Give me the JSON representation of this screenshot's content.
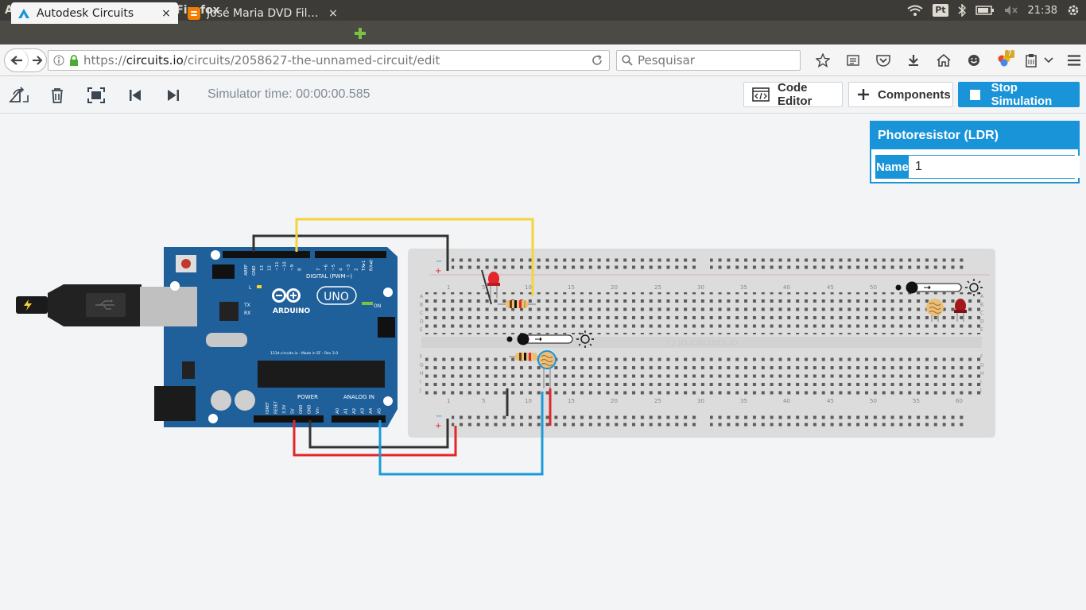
{
  "window": {
    "title": "Autodesk Circuits - Mozilla Firefox",
    "clock": "21:38",
    "keyboard_layout": "Pt"
  },
  "tabs": [
    {
      "label": "Autodesk Circuits",
      "close": "×",
      "icon": "autodesk-logo-icon"
    },
    {
      "label": "José Maria DVD Fil…",
      "close": "×",
      "icon": "blogger-icon"
    }
  ],
  "browser": {
    "url_prefix": "https://",
    "url_host": "circuits.io",
    "url_path": "/circuits/2058627-the-unnamed-circuit/edit",
    "search_placeholder": "Pesquisar",
    "addon_badge": "7"
  },
  "toolbar": {
    "simulator_time": "Simulator time: 00:00:00.585",
    "code_editor_label": "Code Editor",
    "components_label": "Components",
    "stop_label": "Stop Simulation"
  },
  "inspector": {
    "title": "Photoresistor (LDR)",
    "name_label": "Name",
    "name_value": "1"
  },
  "arduino": {
    "brand": "ARDUINO",
    "model": "UNO",
    "digital_label": "DIGITAL (PWM~)",
    "power_label": "POWER",
    "analog_label": "ANALOG IN",
    "on_label": "ON",
    "l_label": "L",
    "tx_label": "TX",
    "rx_label": "RX",
    "aref_label": "AREF",
    "gnd_label": "GND",
    "digital_pins": [
      "13",
      "12",
      "~11",
      "~10",
      "~9",
      "8",
      "7",
      "~6",
      "~5",
      "4",
      "~3",
      "2",
      "TX▸1",
      "RX◂0"
    ],
    "power_pins": [
      "IOREF",
      "RESET",
      "3.3V",
      "5V",
      "GND",
      "GND",
      "Vin"
    ],
    "analog_pins": [
      "A0",
      "A1",
      "A2",
      "A3",
      "A4",
      "A5"
    ],
    "credit": "123d.circuits.io - Made in SF - Rev 3.0"
  },
  "breadboard": {
    "watermark": "123D.CIRCUITS.IO",
    "column_numbers": [
      "1",
      "5",
      "10",
      "15",
      "20",
      "25",
      "30",
      "35",
      "40",
      "45",
      "50",
      "55",
      "60"
    ],
    "row_letters_top": [
      "A",
      "B",
      "C",
      "D",
      "E"
    ],
    "row_letters_bottom": [
      "F",
      "G",
      "H",
      "I",
      "J"
    ],
    "rail_minus": "−",
    "rail_plus": "+"
  },
  "colors": {
    "accent": "#1994d9",
    "wire_black": "#333333",
    "wire_yellow": "#f5d33a",
    "wire_red": "#e2262b",
    "wire_blue": "#1b9bd6",
    "arduino_blue": "#1f5f9a",
    "breadboard": "#d9d9d9"
  }
}
